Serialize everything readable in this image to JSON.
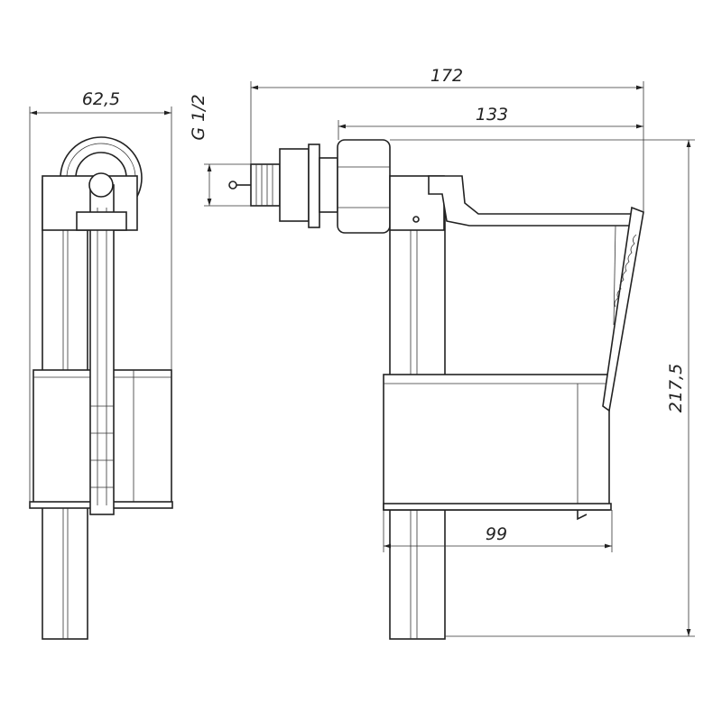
{
  "title": "Side-inlet fill valve dimension drawing",
  "dimensions": {
    "width_side": "62,5",
    "total_length": "172",
    "arm_length": "133",
    "thread": "G 1/2",
    "height": "217,5",
    "float_width": "99"
  },
  "colors": {
    "line": "#222222",
    "background": "#ffffff"
  }
}
